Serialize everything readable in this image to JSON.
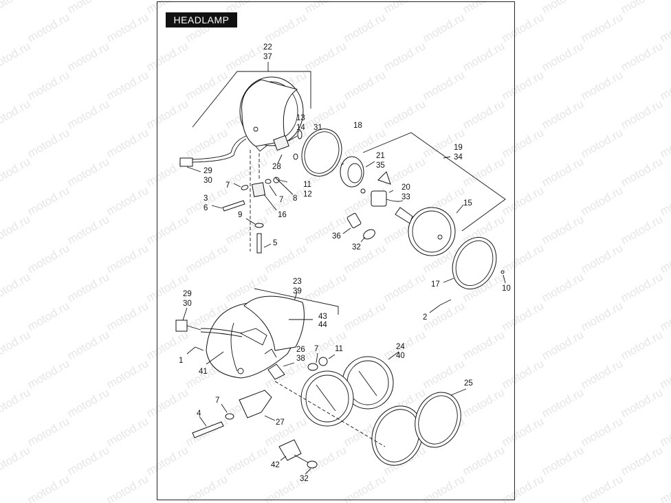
{
  "title": "HEADLAMP",
  "watermark": "motod.ru",
  "colors": {
    "ink": "#111111",
    "frame": "#222222",
    "watermark": "#e6e6e6",
    "title_bg": "#111111",
    "title_fg": "#ffffff"
  },
  "callouts": [
    {
      "id": "c22",
      "text": "22"
    },
    {
      "id": "c37",
      "text": "37"
    },
    {
      "id": "c13",
      "text": "13"
    },
    {
      "id": "c14",
      "text": "14"
    },
    {
      "id": "c31",
      "text": "31"
    },
    {
      "id": "c18",
      "text": "18"
    },
    {
      "id": "c19",
      "text": "19"
    },
    {
      "id": "c34",
      "text": "34"
    },
    {
      "id": "c21",
      "text": "21"
    },
    {
      "id": "c35",
      "text": "35"
    },
    {
      "id": "c28",
      "text": "28"
    },
    {
      "id": "c29a",
      "text": "29"
    },
    {
      "id": "c30a",
      "text": "30"
    },
    {
      "id": "c7a",
      "text": "7"
    },
    {
      "id": "c11a",
      "text": "11"
    },
    {
      "id": "c12",
      "text": "12"
    },
    {
      "id": "c3",
      "text": "3"
    },
    {
      "id": "c6",
      "text": "6"
    },
    {
      "id": "c7b",
      "text": "7"
    },
    {
      "id": "c8",
      "text": "8"
    },
    {
      "id": "c20",
      "text": "20"
    },
    {
      "id": "c33",
      "text": "33"
    },
    {
      "id": "c16",
      "text": "16"
    },
    {
      "id": "c9",
      "text": "9"
    },
    {
      "id": "c15",
      "text": "15"
    },
    {
      "id": "c36",
      "text": "36"
    },
    {
      "id": "c32a",
      "text": "32"
    },
    {
      "id": "c5",
      "text": "5"
    },
    {
      "id": "c17",
      "text": "17"
    },
    {
      "id": "c10",
      "text": "10"
    },
    {
      "id": "c23",
      "text": "23"
    },
    {
      "id": "c39",
      "text": "39"
    },
    {
      "id": "c29b",
      "text": "29"
    },
    {
      "id": "c30b",
      "text": "30"
    },
    {
      "id": "c2",
      "text": "2"
    },
    {
      "id": "c43",
      "text": "43"
    },
    {
      "id": "c44",
      "text": "44"
    },
    {
      "id": "c1",
      "text": "1"
    },
    {
      "id": "c26",
      "text": "26"
    },
    {
      "id": "c38",
      "text": "38"
    },
    {
      "id": "c7c",
      "text": "7"
    },
    {
      "id": "c11b",
      "text": "11"
    },
    {
      "id": "c24",
      "text": "24"
    },
    {
      "id": "c40",
      "text": "40"
    },
    {
      "id": "c41",
      "text": "41"
    },
    {
      "id": "c25",
      "text": "25"
    },
    {
      "id": "c7d",
      "text": "7"
    },
    {
      "id": "c4",
      "text": "4"
    },
    {
      "id": "c27",
      "text": "27"
    },
    {
      "id": "c42",
      "text": "42"
    },
    {
      "id": "c32b",
      "text": "32"
    }
  ]
}
